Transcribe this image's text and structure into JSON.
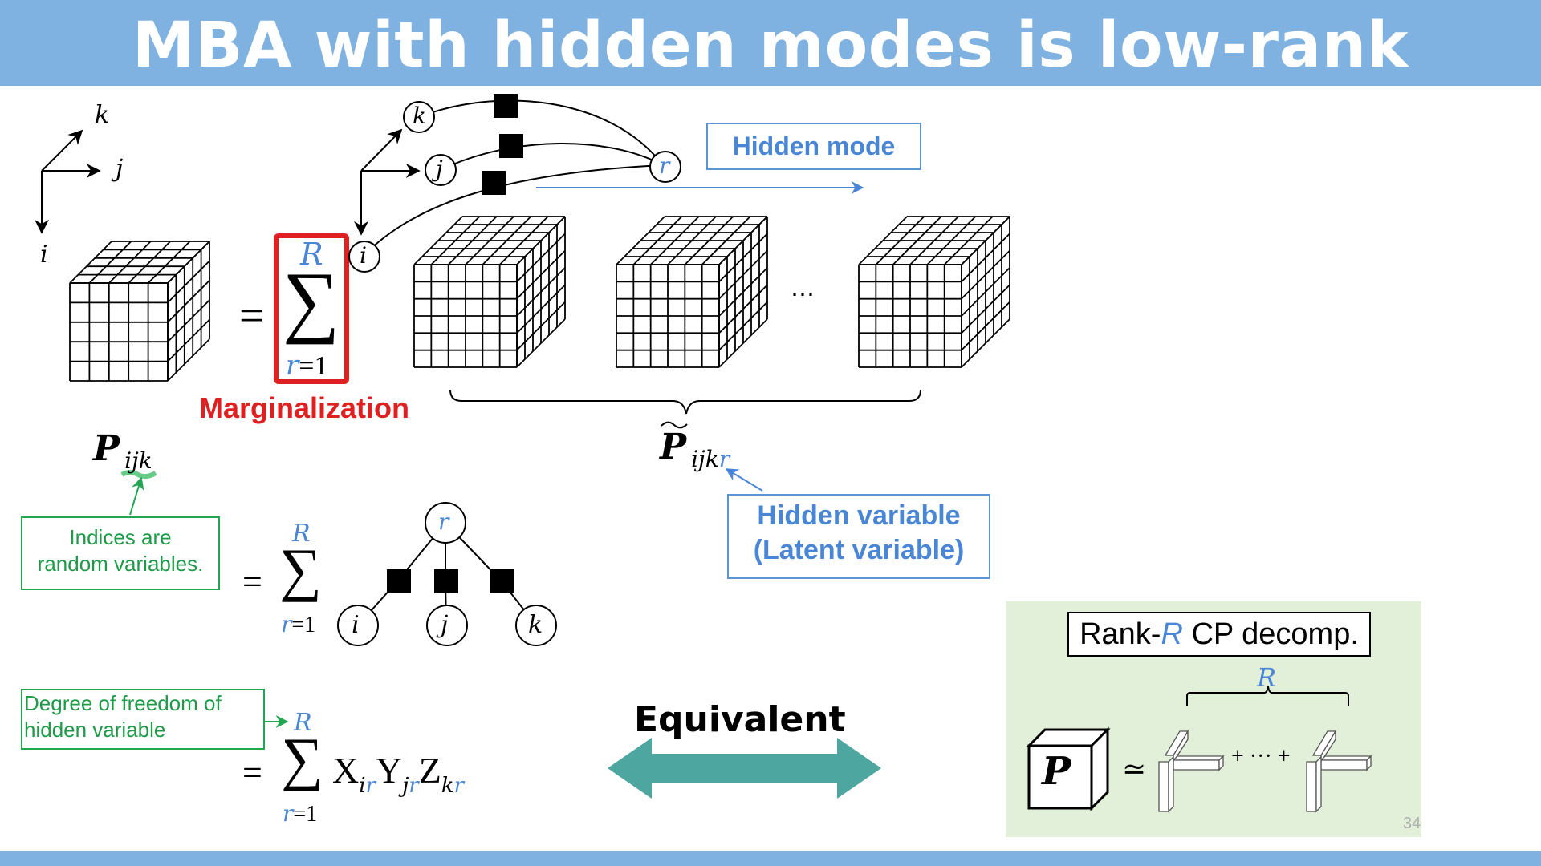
{
  "slide": {
    "title": "MBA with hidden modes is low-rank approx.",
    "page_number": "34"
  },
  "axes": {
    "k": "k",
    "j": "j",
    "i": "i"
  },
  "top_eq": {
    "equals": "=",
    "sum_upper": "R",
    "sum_lower_var": "r",
    "sum_lower_rest": "=1",
    "ellipsis": "…",
    "marginalization_label": "Marginalization"
  },
  "nodes": {
    "k": "k",
    "j": "j",
    "i": "i",
    "r": "r"
  },
  "hidden_mode_label": "Hidden mode",
  "p_ijk": {
    "symbol": "P",
    "indices": "ijk"
  },
  "p_tilde": {
    "symbol": "P",
    "indices": "ijk",
    "hidden": "r"
  },
  "hidden_variable_box": {
    "line1": "Hidden variable",
    "line2": "(Latent variable)"
  },
  "indices_box": {
    "line1": "Indices are",
    "line2": "random variables."
  },
  "middle_eq": {
    "equals": "=",
    "sum_upper": "R",
    "sum_lower_var": "r",
    "sum_lower_rest": "=1"
  },
  "graph_nodes": {
    "r": "r",
    "i": "i",
    "j": "j",
    "k": "k"
  },
  "dof_box": {
    "line1": "Degree of freedom of",
    "line2": "hidden variable"
  },
  "bottom_eq": {
    "equals": "=",
    "sum_upper": "R",
    "sum_lower_var": "r",
    "sum_lower_rest": "=1",
    "factor_x": "X",
    "sub_x": "i",
    "factor_y": "Y",
    "sub_y": "j",
    "factor_z": "Z",
    "sub_z": "k",
    "sub_r": "r"
  },
  "equivalent_label": "Equivalent",
  "cp_panel": {
    "title_pre": "Rank-",
    "title_r": "R",
    "title_post": " CP decomp.",
    "brace_label": "R",
    "approx": "≃",
    "plus_dots": "+ ··· +",
    "tensor_symbol": "P"
  },
  "colors": {
    "title_bar": "#7fb2e0",
    "accent_blue": "#4a86d6",
    "accent_red": "#e02020",
    "accent_green": "#22a652",
    "arrow_teal": "#4ea6a0",
    "panel_green": "#e2efd9"
  }
}
